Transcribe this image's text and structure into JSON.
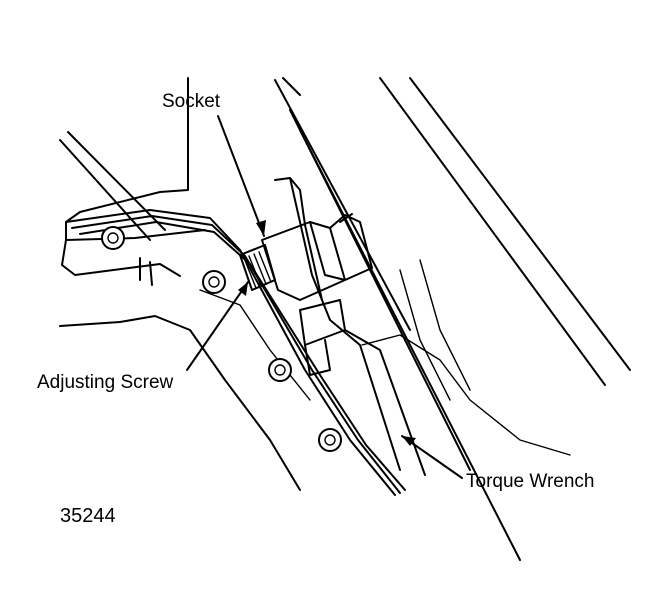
{
  "labels": {
    "socket": "Socket",
    "adjusting_screw": "Adjusting Screw",
    "torque_wrench": "Torque Wrench",
    "figure_number": "35244"
  },
  "colors": {
    "ink": "#000000",
    "paper": "#ffffff"
  }
}
